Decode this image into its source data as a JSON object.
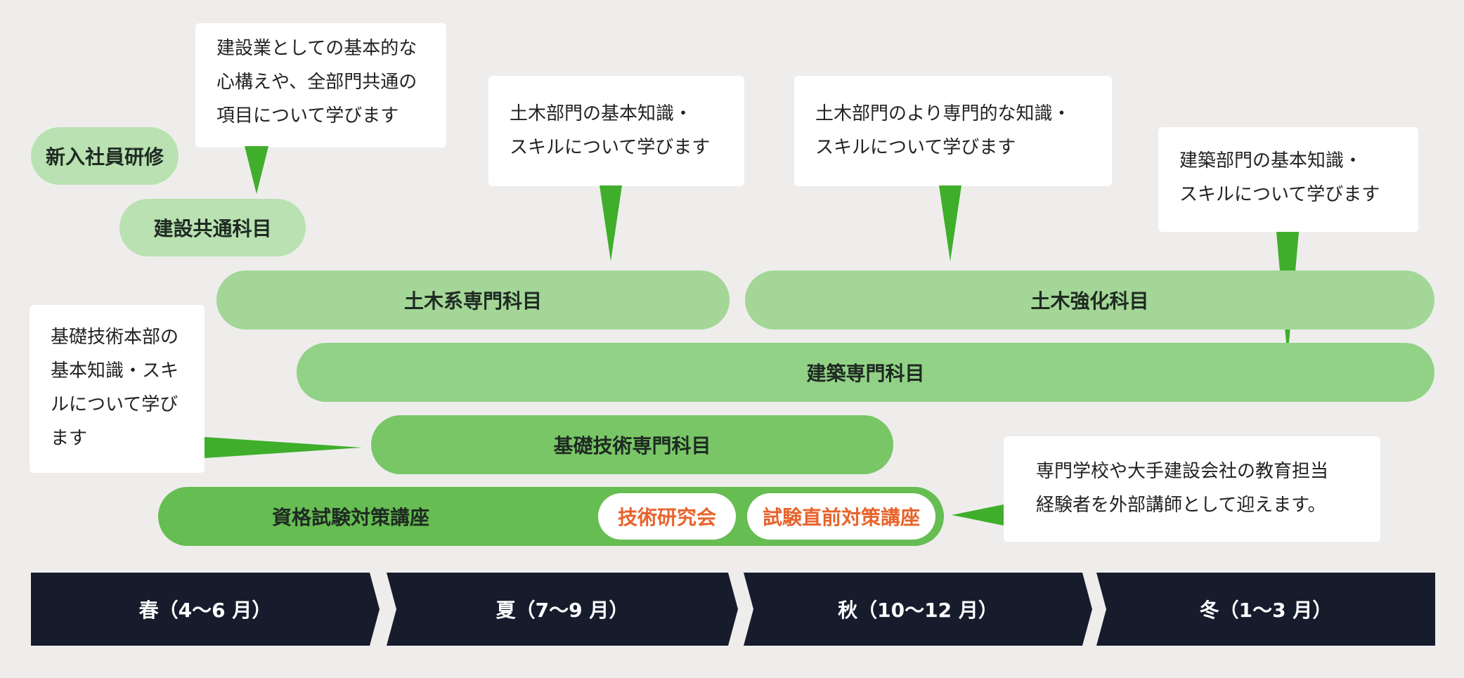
{
  "colors": {
    "background": "#eeedec",
    "pointer": "#3fae2a",
    "season_bar": "#161c2c",
    "badge_text": "#e8632b"
  },
  "callouts": {
    "common": "建設業としての基本的な\n心構えや、全部門共通の\n項目について学びます",
    "civil_basic": "土木部門の基本知識・\nスキルについて学びます",
    "civil_advanced": "土木部門のより専門的な知識・\nスキルについて学びます",
    "architecture": "建築部門の基本知識・\nスキルについて学びます",
    "foundation": "基礎技術本部の\n基本知識・スキ\nルについて学び\nます",
    "external": "専門学校や大手建設会社の教育担当\n経験者を外部講師として迎えます。"
  },
  "bars": {
    "new_employee": "新入社員研修",
    "common_subjects": "建設共通科目",
    "civil_specialty": "土木系専門科目",
    "civil_strengthening": "土木強化科目",
    "architecture_specialty": "建築専門科目",
    "foundation_specialty": "基礎技術専門科目",
    "qualification": "資格試験対策講座",
    "tech_research": "技術研究会",
    "exam_prep": "試験直前対策講座"
  },
  "seasons": [
    "春（4〜6 月）",
    "夏（7〜9 月）",
    "秋（10〜12 月）",
    "冬（1〜3 月）"
  ]
}
